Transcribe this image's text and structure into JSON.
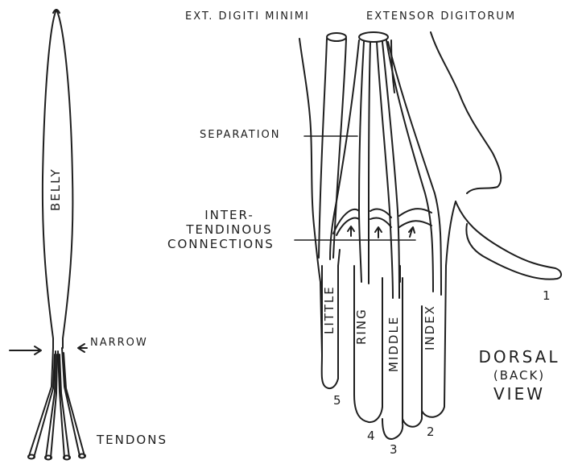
{
  "labels": {
    "ext_digiti_minimi": "EXT. DIGITI MINIMI",
    "extensor_digitorum": "EXTENSOR DIGITORUM",
    "separation": "SEPARATION",
    "inter_tendinous_line1": "INTER-",
    "inter_tendinous_line2": "TENDINOUS",
    "inter_tendinous_line3": "CONNECTIONS",
    "belly": "BELLY",
    "narrow": "NARROW",
    "tendons": "TENDONS",
    "finger_little": "LITTLE",
    "finger_ring": "RING",
    "finger_middle": "MIDDLE",
    "finger_index": "INDEX",
    "digit_1": "1",
    "digit_2": "2",
    "digit_3": "3",
    "digit_4": "4",
    "digit_5": "5",
    "view_line1": "DORSAL",
    "view_line2": "(BACK)",
    "view_line3": "VIEW"
  },
  "colors": {
    "ink": "#1e1e1e",
    "paper": "#ffffff"
  }
}
